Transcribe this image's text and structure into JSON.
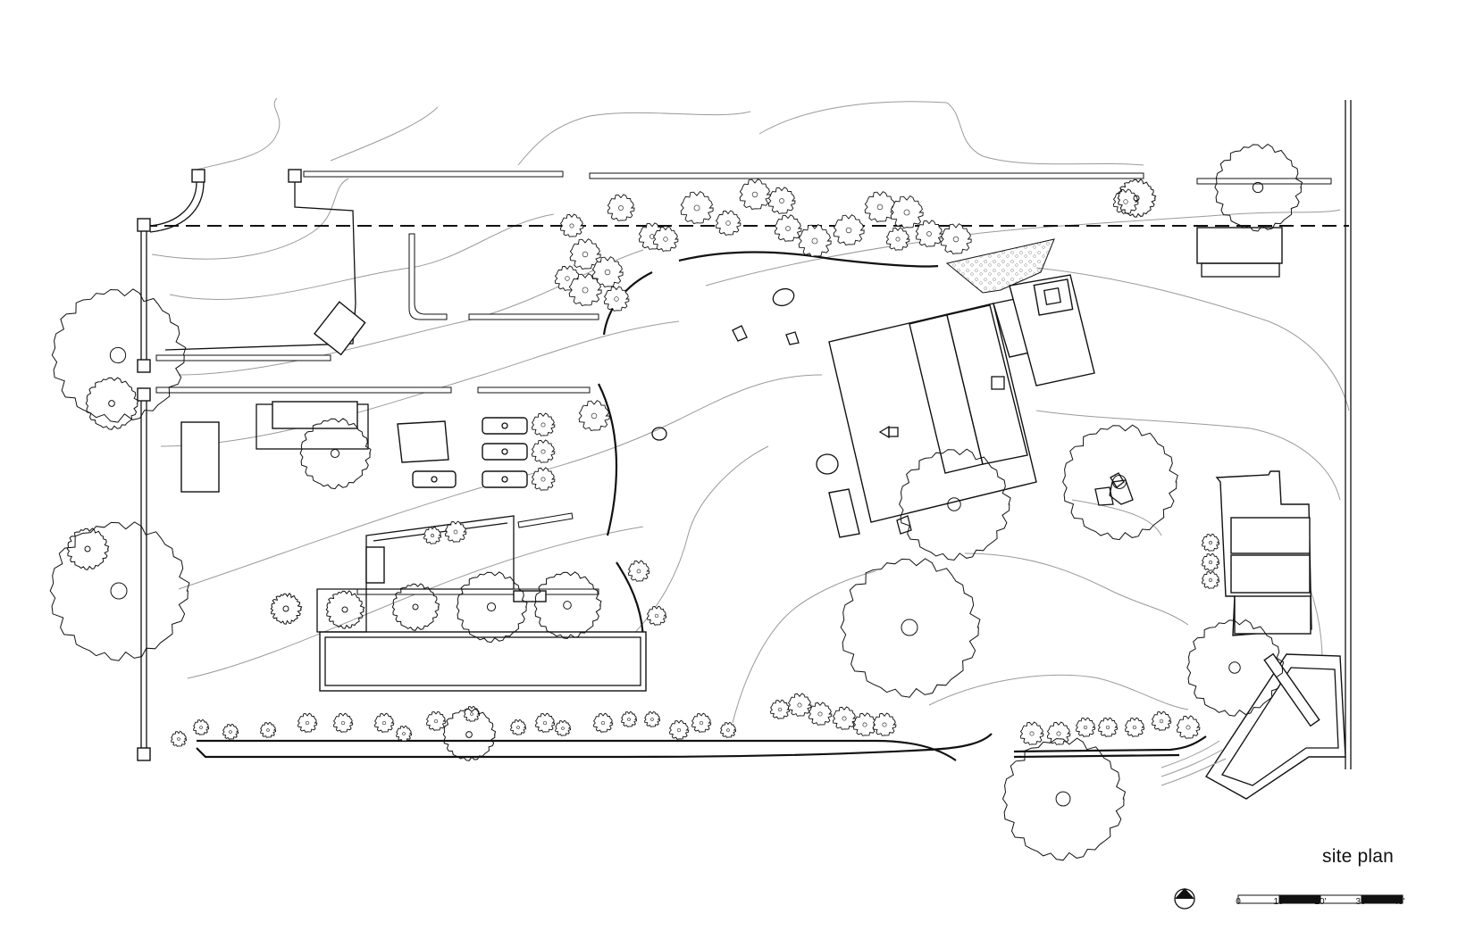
{
  "title": "site plan",
  "scale_bar": {
    "labels": [
      "0",
      "10'",
      "20'",
      "30'",
      "40'"
    ]
  },
  "icons": {
    "north_arrow": "north-arrow-icon"
  }
}
